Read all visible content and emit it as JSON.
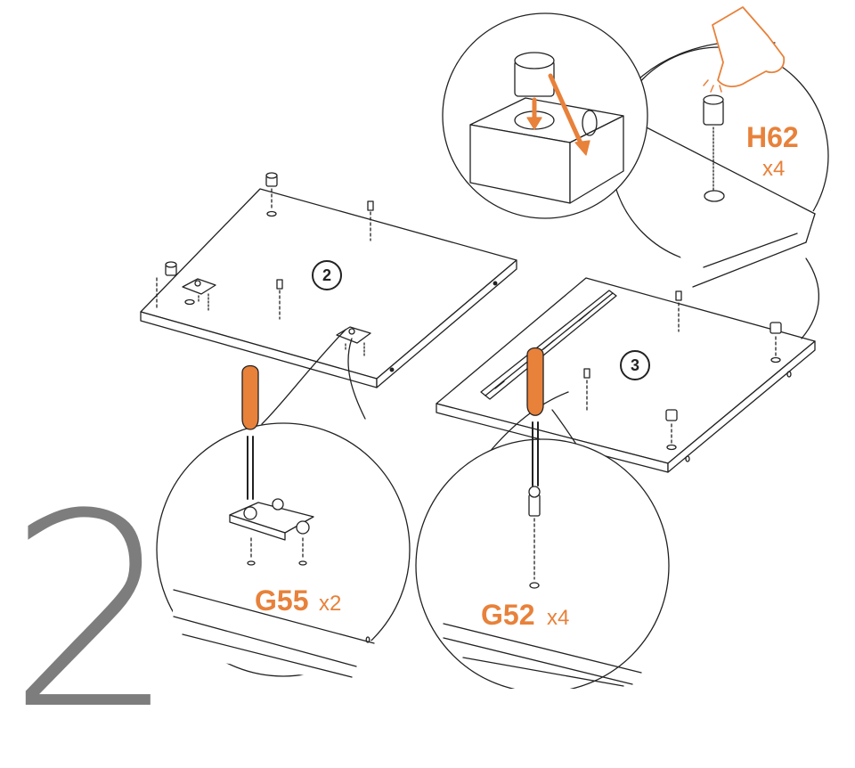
{
  "step": {
    "number": "2"
  },
  "panels": [
    {
      "badge": "2"
    },
    {
      "badge": "3"
    }
  ],
  "parts": {
    "hinge": {
      "code": "G55",
      "qty": "x2"
    },
    "screw": {
      "code": "G52",
      "qty": "x4"
    },
    "cam": {
      "code": "H62",
      "qty": "x4"
    }
  },
  "colors": {
    "accent": "#e8813a",
    "line": "#222222",
    "step_number": "#7d7d7d"
  }
}
